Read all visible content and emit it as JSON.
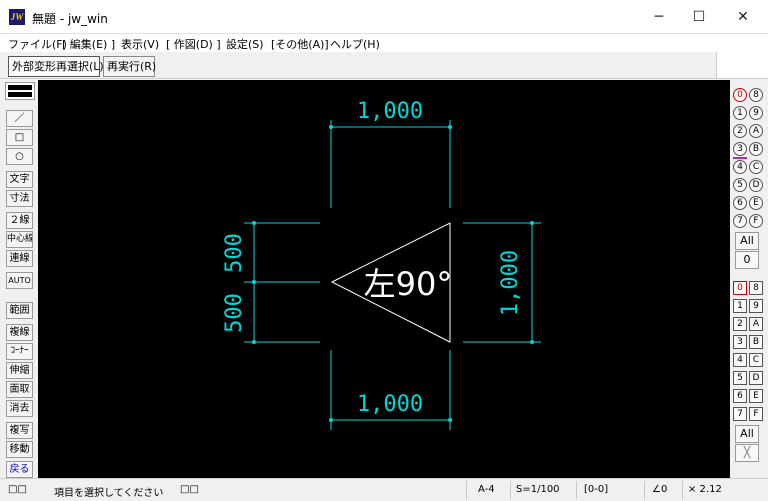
{
  "window": {
    "title": "無題 - jw_win",
    "icon_text": "JW",
    "minimize": "─",
    "maximize": "☐",
    "close": "✕"
  },
  "menu": [
    "ファイル(F)",
    "[ 編集(E) ]",
    "表示(V)",
    "[ 作図(D) ]",
    "設定(S)",
    "[その他(A)]",
    "ヘルプ(H)"
  ],
  "toolbar": {
    "reselect": "外部変形再選択(L)",
    "rerun": "再実行(R)"
  },
  "left_tools": [
    "／",
    "□",
    "○",
    "文字",
    "寸法",
    "２線",
    "中心線",
    "連線",
    "AUTO",
    "範囲",
    "複線",
    "ｺｰﾅｰ",
    "伸縮",
    "面取",
    "消去",
    "複写",
    "移動",
    "戻る"
  ],
  "drawing": {
    "dim_top": "1,000",
    "dim_bottom": "1,000",
    "dim_right": "1,000",
    "dim_left_upper": "500",
    "dim_left_lower": "500",
    "label": "左90°",
    "dim_color": "#00d8d8",
    "shape_color": "#ffffff"
  },
  "layers_circle": {
    "left": [
      "0",
      "1",
      "2",
      "3",
      "4",
      "5",
      "6",
      "7"
    ],
    "right": [
      "8",
      "9",
      "A",
      "B",
      "C",
      "D",
      "E",
      "F"
    ],
    "all": "All",
    "zero": "0"
  },
  "layers_square": {
    "left": [
      "0",
      "1",
      "2",
      "3",
      "4",
      "5",
      "6",
      "7"
    ],
    "right": [
      "8",
      "9",
      "A",
      "B",
      "C",
      "D",
      "E",
      "F"
    ],
    "all": "All",
    "cross": "╳"
  },
  "status": {
    "left_boxes": "□□",
    "message": "項目を選択してください",
    "mid_boxes": "□□",
    "paper": "A-4",
    "scale": "S=1/100",
    "layer": "[0-0]",
    "angle": "∠0",
    "zoom": "× 2.12"
  }
}
